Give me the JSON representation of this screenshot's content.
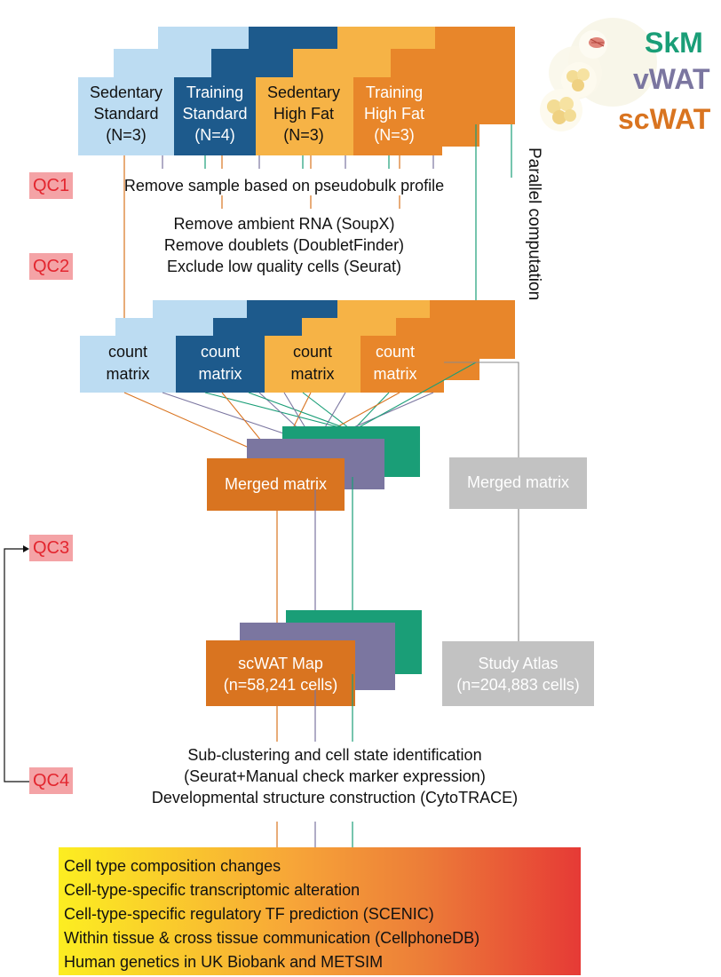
{
  "groups": [
    {
      "line1": "Sedentary",
      "line2": "Standard",
      "n": "(N=3)"
    },
    {
      "line1": "Training",
      "line2": "Standard",
      "n": "(N=4)"
    },
    {
      "line1": "Sedentary",
      "line2": "High Fat",
      "n": "(N=3)"
    },
    {
      "line1": "Training",
      "line2": "High Fat",
      "n": "(N=3)"
    }
  ],
  "tissues": {
    "skm": "SkM",
    "vwat": "vWAT",
    "scwat": "scWAT"
  },
  "parallel_label": "Parallel computation",
  "qc": {
    "qc1": {
      "label": "QC1",
      "text": "Remove sample based on pseudobulk profile"
    },
    "qc2": {
      "label": "QC2",
      "lines": [
        "Remove ambient RNA (SoupX)",
        "Remove doublets (DoubletFinder)",
        "Exclude low quality cells (Seurat)"
      ]
    },
    "qc3": {
      "label": "QC3"
    },
    "qc4": {
      "label": "QC4",
      "lines": [
        "Sub-clustering and cell state identification",
        "(Seurat+Manual check marker expression)",
        "Developmental structure construction (CytoTRACE)"
      ]
    }
  },
  "count_matrix": {
    "line1": "count",
    "line2": "matrix"
  },
  "merged_matrix": "Merged matrix",
  "study_merged_matrix": "Merged matrix",
  "scwat_map": {
    "line1": "scWAT Map",
    "line2": "(n=58,241 cells)"
  },
  "study_atlas": {
    "line1": "Study Atlas",
    "line2": "(n=204,883 cells)"
  },
  "results": [
    "Cell type composition changes",
    "Cell-type-specific transcriptomic alteration",
    "Cell-type-specific regulatory TF prediction (SCENIC)",
    "Within tissue & cross tissue communication (CellphoneDB)",
    "Human genetics in UK Biobank and METSIM"
  ],
  "colors": {
    "light_blue": "#bcdcf2",
    "dark_blue": "#1d5a8c",
    "light_orange": "#f6b346",
    "orange": "#e8862a",
    "merged_orange": "#d97420",
    "purple": "#7b76a0",
    "green": "#1a9e77",
    "gray": "#c2c2c2",
    "qc_bg": "#f4a3a6",
    "qc_text": "#e3262f"
  }
}
